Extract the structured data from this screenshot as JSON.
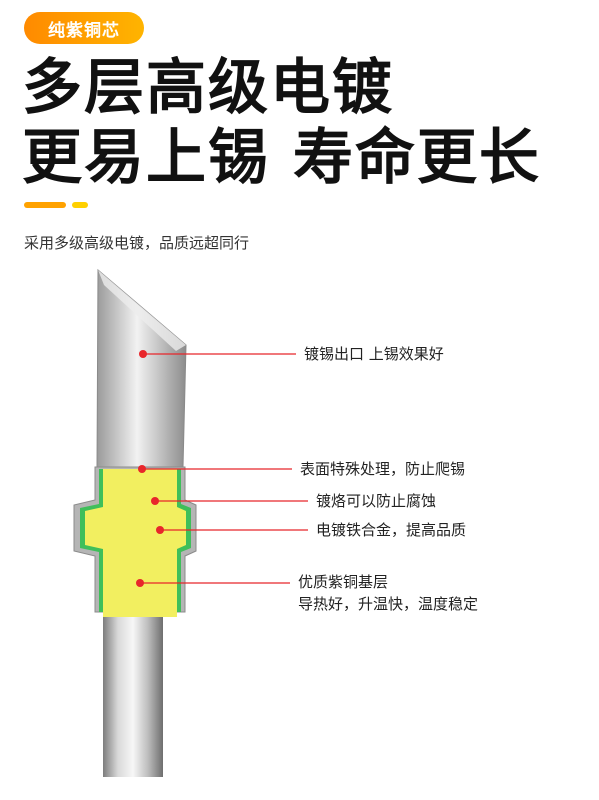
{
  "badge": {
    "text": "纯紫铜芯"
  },
  "headline": {
    "line1": "多层高级电镀",
    "line2": "更易上锡 寿命更长"
  },
  "subtitle": "采用多级高级电镀，品质远超同行",
  "labels": [
    {
      "text": "镀锡出口 上锡效果好"
    },
    {
      "text": "表面特殊处理，防止爬锡"
    },
    {
      "text": "镀烙可以防止腐蚀"
    },
    {
      "text": "电镀铁合金，提高品质"
    },
    {
      "line1": "优质紫铜基层",
      "line2": "导热好，升温快，温度稳定"
    }
  ],
  "colors": {
    "accent": "#ff9a00",
    "leader": "#e8262b",
    "copper_core": "#f2ef60",
    "plating_green": "#3fbf5a",
    "silver": "#c8c8c8"
  }
}
